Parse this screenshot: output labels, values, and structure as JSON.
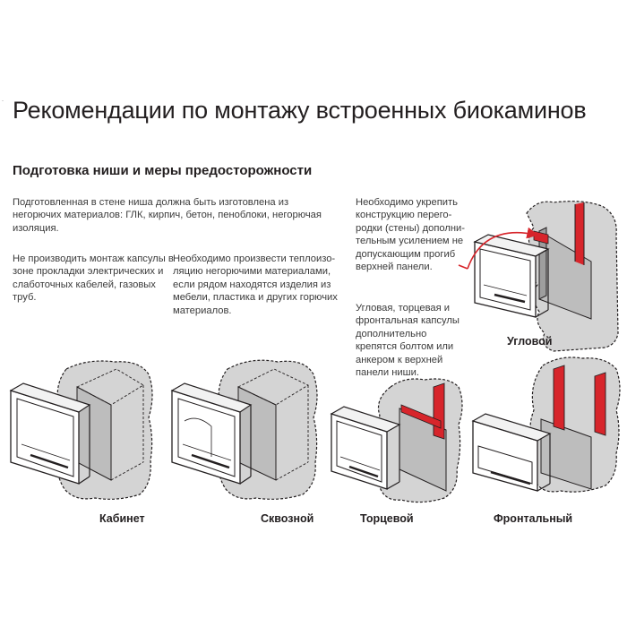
{
  "header": {
    "title": "Рекомендации по монтажу встроенных биокаминов",
    "subtitle": "Подготовка ниши и меры предосторожности"
  },
  "texts": {
    "niche": "Подготовленная в стене ниша должна быть изготовлена из негорючих материалов: ГЛК, кирпич, бетон, пеноблоки, негорючая изоляция.",
    "no_mount": "Не производить монтаж капсулы в зоне прокладки электрических и слаботочных кабелей, газовых труб.",
    "insulation": "Необходимо произвести теплоизо-ляцию негорючими материалами, если рядом находятся изделия из мебели, пластика и других горючих материалов.",
    "reinforce": "Необходимо укрепить конструкцию перего-родки (стены) дополни-тельным усилением не допускающим прогиб верхней панели.",
    "anchor": "Угловая, торцевая и фронтальная капсулы дополнительно крепятся болтом или анкером к верхней панели ниши."
  },
  "labels": {
    "corner": "Угловой",
    "cabinet": "Кабинет",
    "through": "Сквозной",
    "end": "Торцевой",
    "front": "Фронтальный"
  },
  "colors": {
    "accent_red": "#d7252b",
    "wall_gray": "#d4d4d4",
    "niche_gray": "#bdbdbd",
    "text": "#231f20"
  },
  "icons": {
    "fireplace": "fireplace-capsule-icon",
    "arrow": "curved-arrow-icon"
  }
}
